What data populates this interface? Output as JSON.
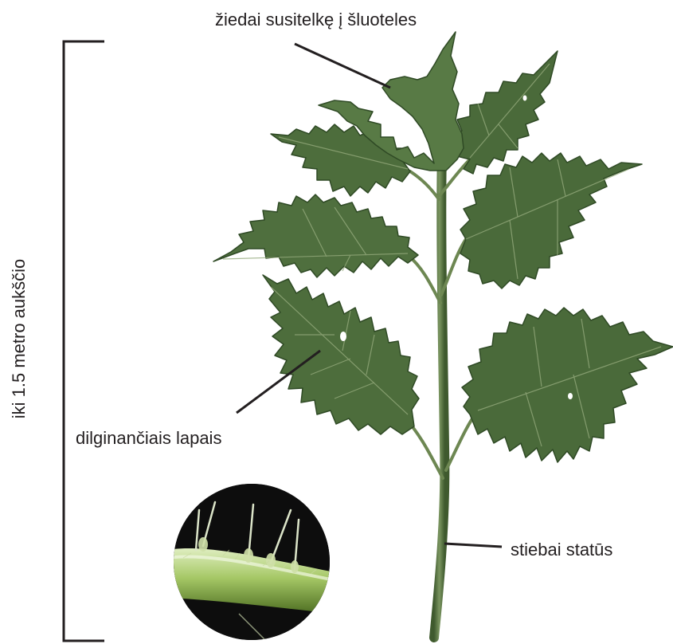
{
  "labels": {
    "flowers": "žiedai susitelkę į šluoteles",
    "leaves": "dilginančiais lapais",
    "stem": "stiebai statūs",
    "height": "iki 1.5 metro aukščio"
  },
  "colors": {
    "leaf": "#4a6b3a",
    "leaf_dark": "#2f4a25",
    "vein": "#8fa57a",
    "stem": "#5f7a46",
    "text": "#231f20",
    "inset_bg": "#0d0d0d",
    "inset_stem": "#a8c870"
  }
}
